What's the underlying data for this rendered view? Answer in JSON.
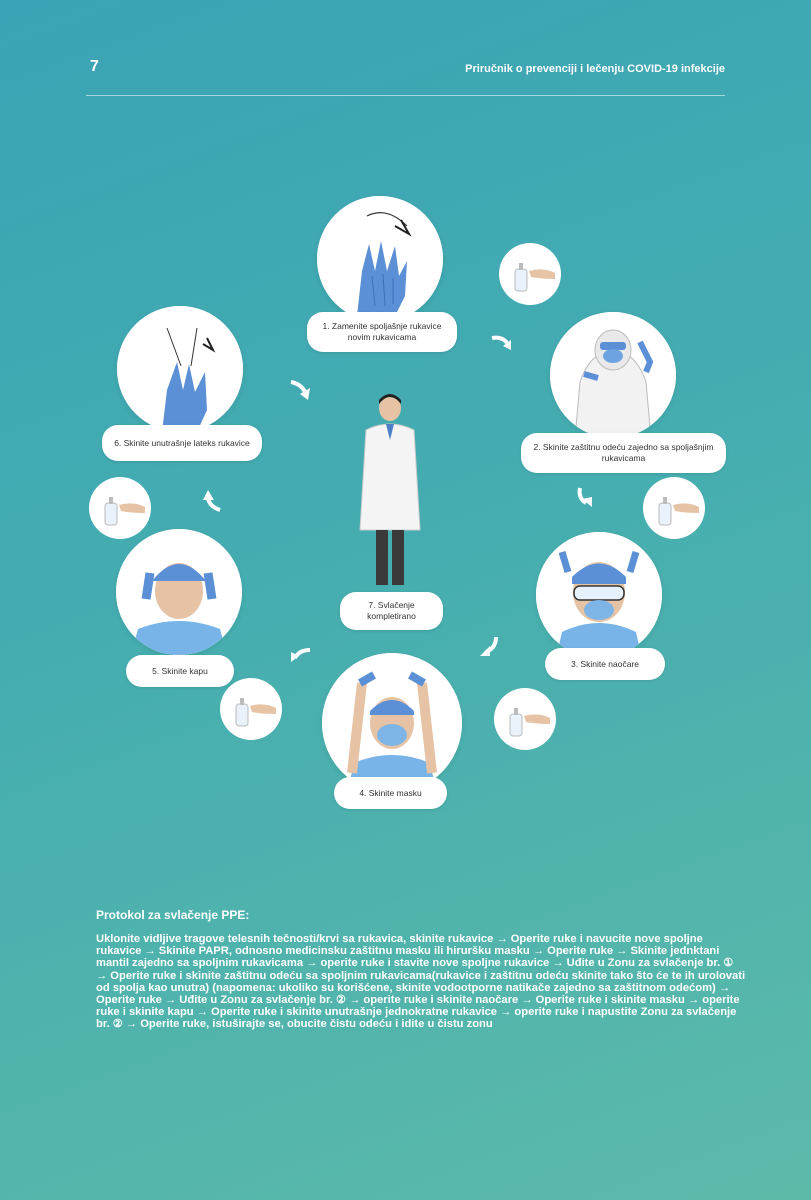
{
  "header": {
    "page_number": "7",
    "title": "Priručnik o prevenciji i lečenju COVID-19 infekcije"
  },
  "steps": [
    {
      "label": "1. Zamenite spoljašnje rukavice novim rukavicama"
    },
    {
      "label": "2. Skinite zaštitnu odeću zajedno sa spoljašnjim rukavicama"
    },
    {
      "label": "3. Skinite naočare"
    },
    {
      "label": "4. Skinite masku"
    },
    {
      "label": "5. Skinite kapu"
    },
    {
      "label": "6. Skinite unutrašnje lateks rukavice"
    },
    {
      "label": "7. Svlačenje kompletirano"
    }
  ],
  "icons": {
    "handwash": "hand-sanitizer-icon",
    "arrow": "curved-arrow-icon"
  },
  "colors": {
    "accent_blue": "#5b8fd6",
    "background_top": "#3aa3b5",
    "background_bottom": "#5cbaa9"
  },
  "protocol": {
    "title": "Protokol za svlačenje PPE:",
    "body": "Uklonite vidljive tragove telesnih tečnosti/krvi sa rukavica, skinite rukavice → Operite ruke i navucite nove spoljne rukavice → Skinite PAPR, odnosno medicinsku zaštitnu masku ili hiruršku masku → Operite ruke → Skinite jednktani mantil zajedno sa spoljnim rukavicama → operite ruke i stavite nove spoljne rukavice → Uđite u Zonu za svlačenje br. ① → Operite ruke i skinite zaštitnu odeću sa spoljnim rukavicama(rukavice i zaštitnu odeću skinite tako što će te ih urolovati od spolja kao unutra) (napomena: ukoliko su korišćene, skinite vodootporne natikače zajedno sa zaštitnom odećom) → Operite ruke → Uđite u Zonu za svlačenje br. ② → operite ruke i skinite naočare → Operite ruke i skinite masku → operite ruke i skinite kapu → Operite ruke i skinite unutrašnje jednokratne rukavice → operite ruke i napustite Zonu za svlačenje br. ② → Operite ruke, istuširajte se, obucite čistu odeću i idite u čistu zonu"
  }
}
